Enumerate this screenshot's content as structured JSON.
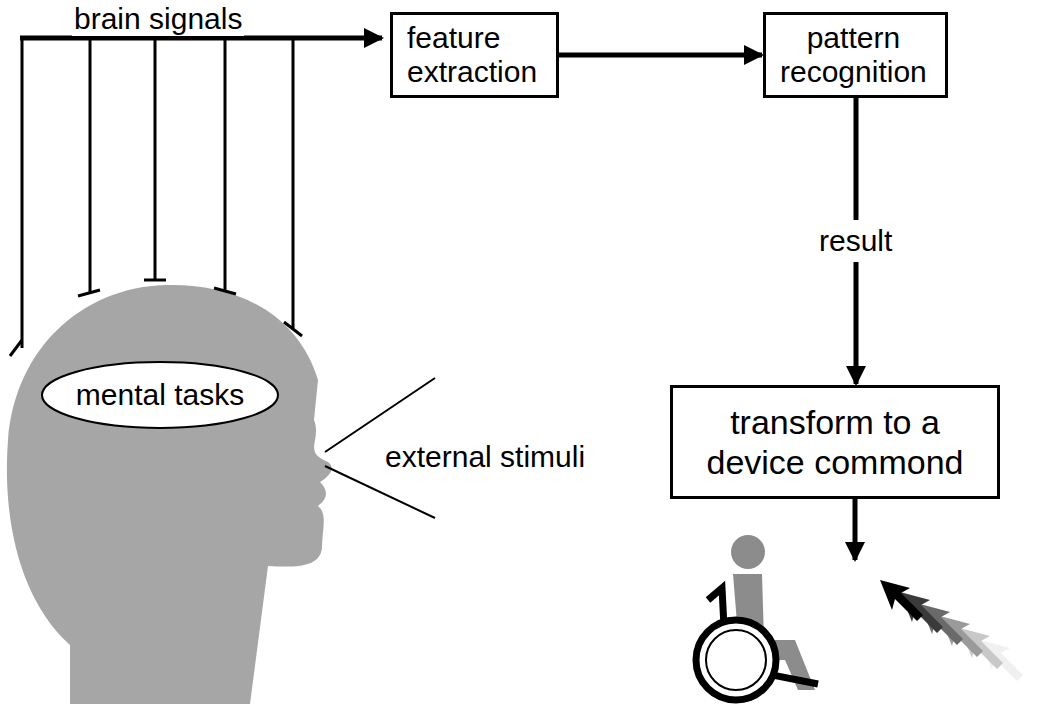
{
  "diagram": {
    "nodes": [
      {
        "text": [
          "feature extraction"
        ]
      },
      {
        "text": [
          "pattern recognition"
        ]
      },
      {
        "text": [
          "transform to a device commond"
        ]
      },
      {
        "text": [
          "mental tasks"
        ]
      }
    ],
    "edges": [
      {
        "from": 0,
        "to": 1,
        "arrow": "to"
      },
      {
        "from": 1,
        "to": 2,
        "label": "result",
        "arrow": "to"
      }
    ],
    "labels": [
      "brain signals",
      "external stimuli"
    ]
  }
}
